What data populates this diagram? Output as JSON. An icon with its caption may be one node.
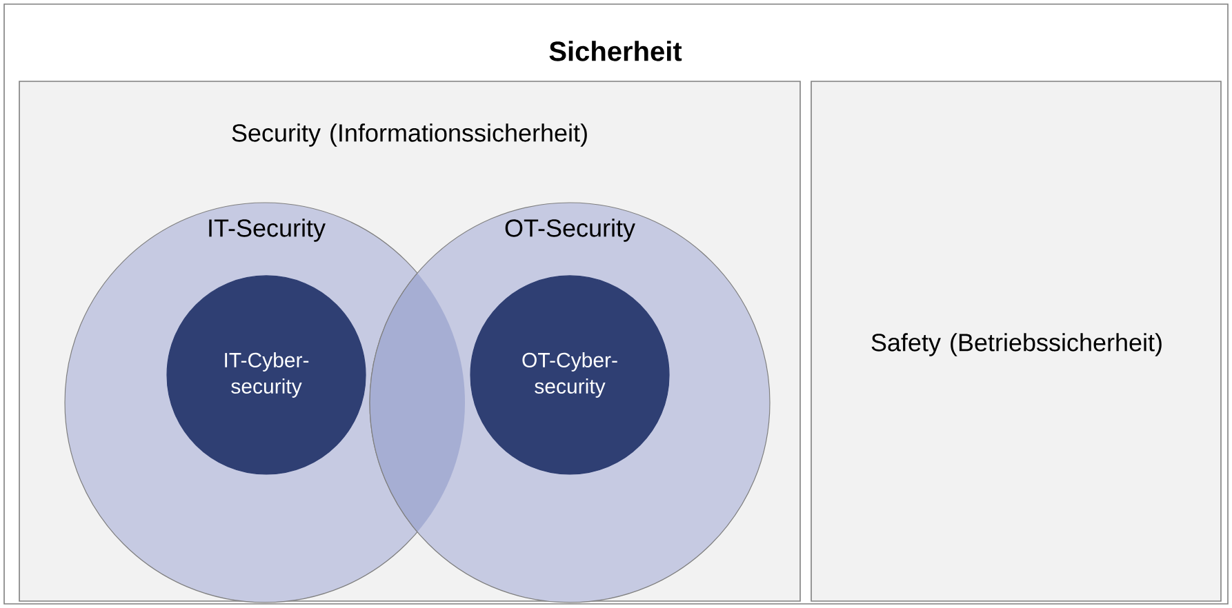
{
  "diagram": {
    "nodes": [
      {
        "text": [
          "Sicherheit"
        ]
      },
      {
        "text": [
          "Security (Informationssicherheit)"
        ],
        "in": 0
      },
      {
        "text": [
          "IT-Security"
        ],
        "in": 1
      },
      {
        "text": [
          "OT-Security"
        ],
        "in": 1
      },
      {
        "text": [
          "IT-Cyber- security"
        ],
        "in": 2
      },
      {
        "text": [
          "OT-Cyber- security"
        ],
        "in": 3
      },
      {
        "text": [
          "Safety (Betriebssicherheit)"
        ],
        "in": 0
      }
    ]
  }
}
